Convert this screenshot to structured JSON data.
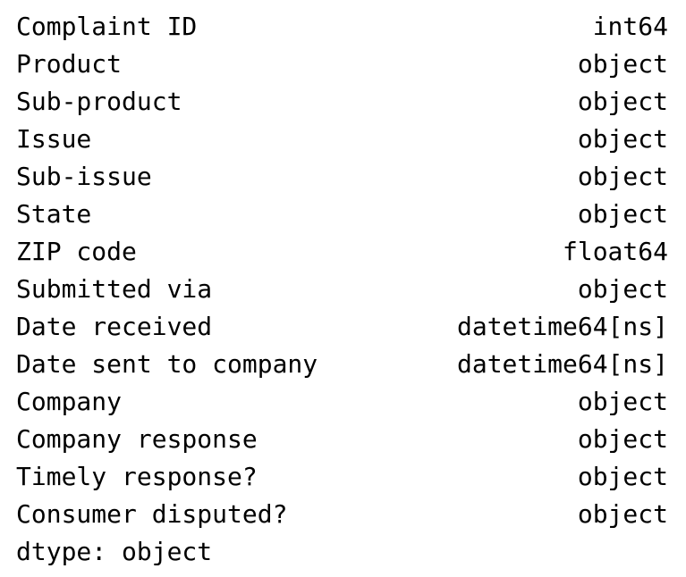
{
  "series": {
    "rows": [
      {
        "name": "Complaint ID",
        "dtype": "int64"
      },
      {
        "name": "Product",
        "dtype": "object"
      },
      {
        "name": "Sub-product",
        "dtype": "object"
      },
      {
        "name": "Issue",
        "dtype": "object"
      },
      {
        "name": "Sub-issue",
        "dtype": "object"
      },
      {
        "name": "State",
        "dtype": "object"
      },
      {
        "name": "ZIP code",
        "dtype": "float64"
      },
      {
        "name": "Submitted via",
        "dtype": "object"
      },
      {
        "name": "Date received",
        "dtype": "datetime64[ns]"
      },
      {
        "name": "Date sent to company",
        "dtype": "datetime64[ns]"
      },
      {
        "name": "Company",
        "dtype": "object"
      },
      {
        "name": "Company response",
        "dtype": "object"
      },
      {
        "name": "Timely response?",
        "dtype": "object"
      },
      {
        "name": "Consumer disputed?",
        "dtype": "object"
      }
    ],
    "footer": "dtype: object"
  }
}
